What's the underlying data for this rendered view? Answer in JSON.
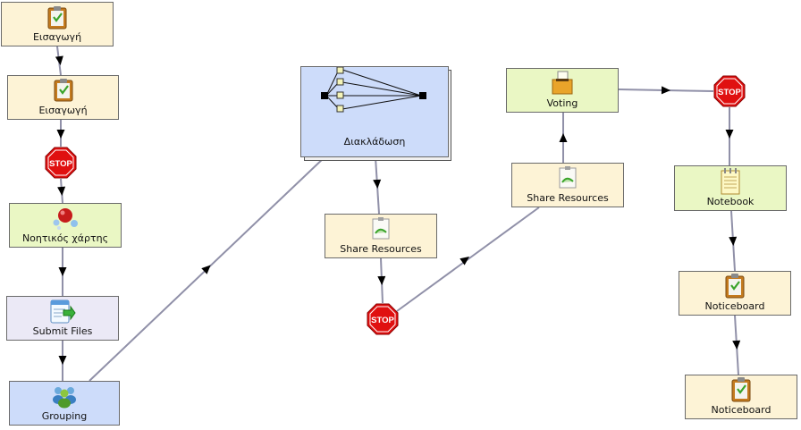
{
  "nodes": {
    "intro1": {
      "label": "Εισαγωγή",
      "icon": "clipboard-icon"
    },
    "intro2": {
      "label": "Εισαγωγή",
      "icon": "clipboard-icon"
    },
    "mindmap": {
      "label": "Νοητικός χάρτης",
      "icon": "mindmap-icon"
    },
    "submit": {
      "label": "Submit Files",
      "icon": "submit-files-icon"
    },
    "grouping": {
      "label": "Grouping",
      "icon": "group-icon"
    },
    "branch": {
      "label": "Διακλάδωση",
      "icon": "branching-icon"
    },
    "share1": {
      "label": "Share Resources",
      "icon": "share-resources-icon"
    },
    "share2": {
      "label": "Share Resources",
      "icon": "share-resources-icon"
    },
    "voting": {
      "label": "Voting",
      "icon": "voting-box-icon"
    },
    "notebook": {
      "label": "Notebook",
      "icon": "notebook-icon"
    },
    "notice1": {
      "label": "Noticeboard",
      "icon": "clipboard-icon"
    },
    "notice2": {
      "label": "Noticeboard",
      "icon": "clipboard-icon"
    }
  },
  "stop_label": "STOP",
  "colors": {
    "info": "#fdf3d6",
    "green": "#eaf7c4",
    "lavender": "#ebe9f6",
    "blue": "#cddcfa",
    "edge": "#9090a8",
    "stop": "#e01010"
  }
}
